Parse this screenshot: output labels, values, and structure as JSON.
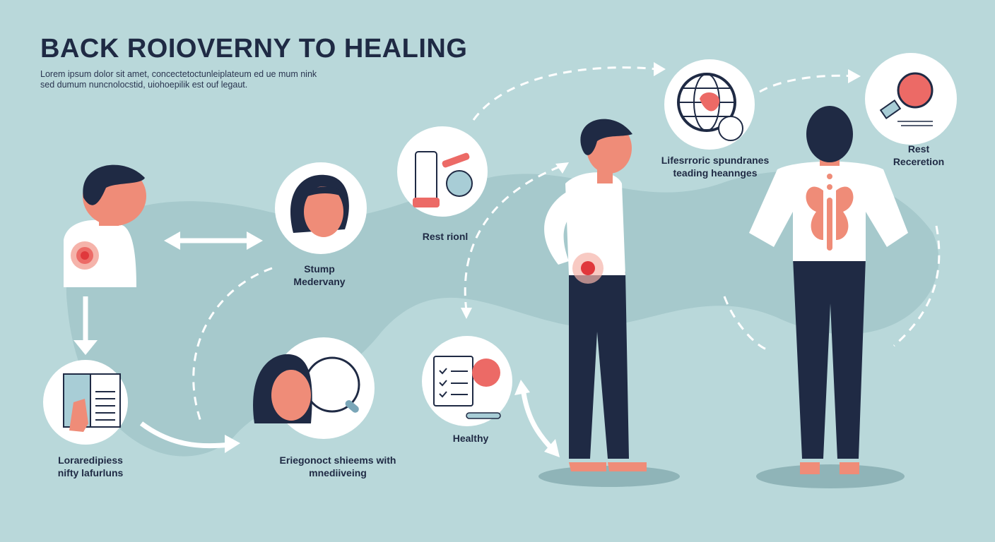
{
  "header": {
    "title": "BACK ROIOVERNY TO HEALING",
    "subtitle_line1": "Lorem ipsum dolor sit amet, concectetoctunleiplateum ed ue mum nink",
    "subtitle_line2": "sed dumum nuncnolocstid, uiohoepilik est ouf legaut."
  },
  "steps": [
    {
      "label_line1": "Loraredipiess",
      "label_line2": "nifty lafurluns",
      "icon": "document-hand-icon"
    },
    {
      "label_line1": "Stump",
      "label_line2": "Medervany",
      "icon": "woman-face-icon"
    },
    {
      "label_line1": "Eriegonoct shieems with",
      "label_line2": "mnediiveing",
      "icon": "magnifier-woman-icon"
    },
    {
      "label_line1": "Rest rionl",
      "label_line2": "",
      "icon": "medicine-bottle-icon"
    },
    {
      "label_line1": "Healthy",
      "label_line2": "",
      "icon": "checklist-icon"
    },
    {
      "label_line1": "Lifesrroric spundranes",
      "label_line2": "teading heannges",
      "icon": "globe-clock-icon"
    },
    {
      "label_line1": "Rest",
      "label_line2": "Receretion",
      "icon": "microscope-icon"
    }
  ],
  "colors": {
    "background": "#b9d8da",
    "blob": "#a6c9cc",
    "navy": "#1f2a44",
    "skin": "#ef8c78",
    "pain": "#e0383c"
  }
}
